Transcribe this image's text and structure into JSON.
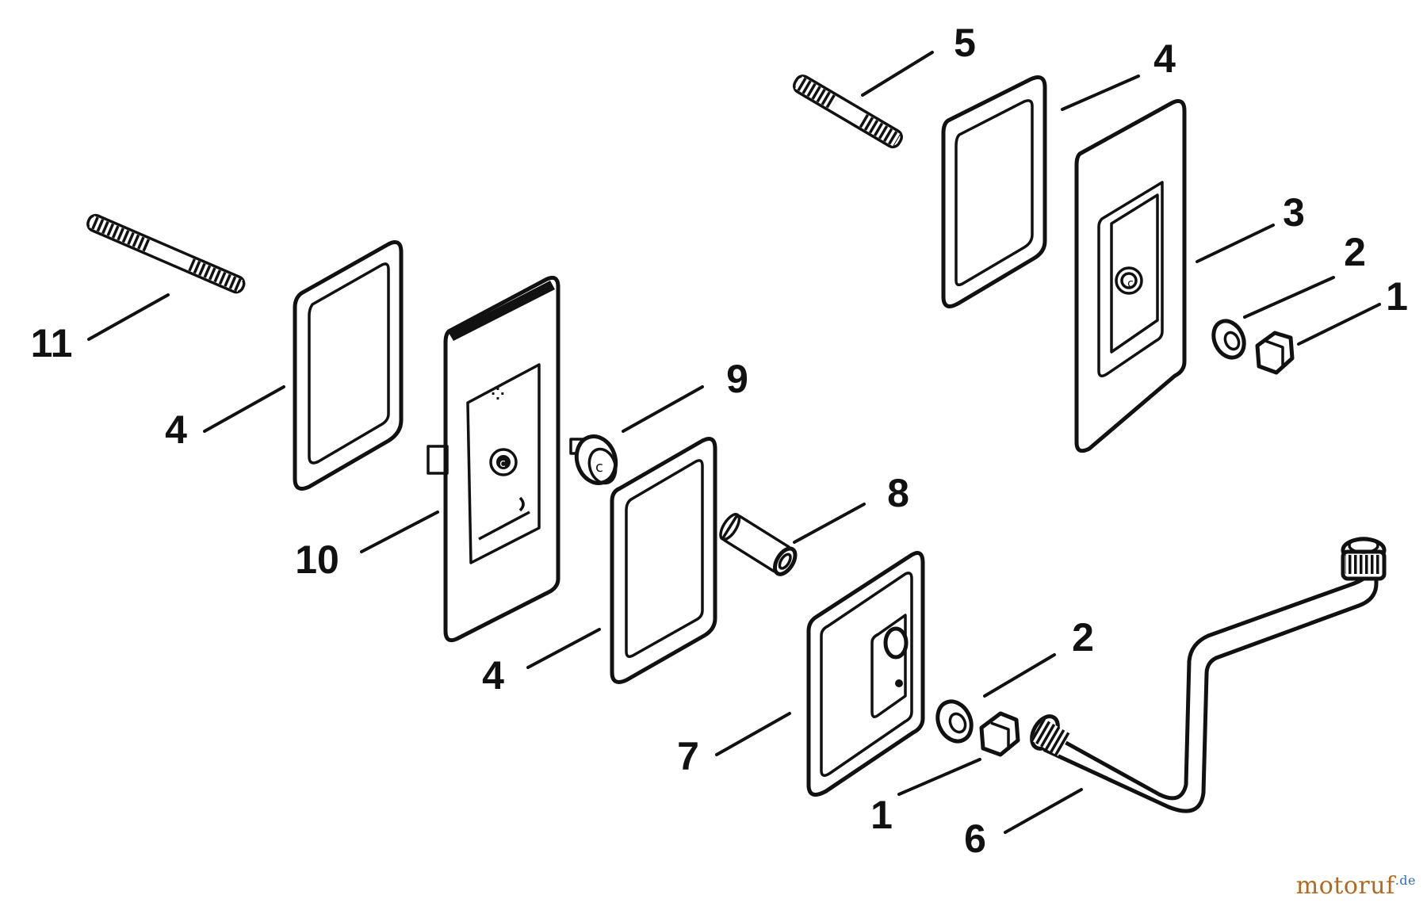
{
  "diagram": {
    "labels": {
      "l1_top": "1",
      "l2_top": "2",
      "l3": "3",
      "l4_top": "4",
      "l5": "5",
      "l11": "11",
      "l4_left": "4",
      "l9": "9",
      "l10": "10",
      "l8": "8",
      "l4_mid": "4",
      "l2_bottom": "2",
      "l7": "7",
      "l1_bottom": "1",
      "l6": "6"
    }
  },
  "watermark": {
    "main": "motoruf",
    "tld": ".de"
  },
  "colors": {
    "line": "#111111",
    "watermark_main": "#b06a1e",
    "watermark_tld": "#2f6fb4"
  }
}
